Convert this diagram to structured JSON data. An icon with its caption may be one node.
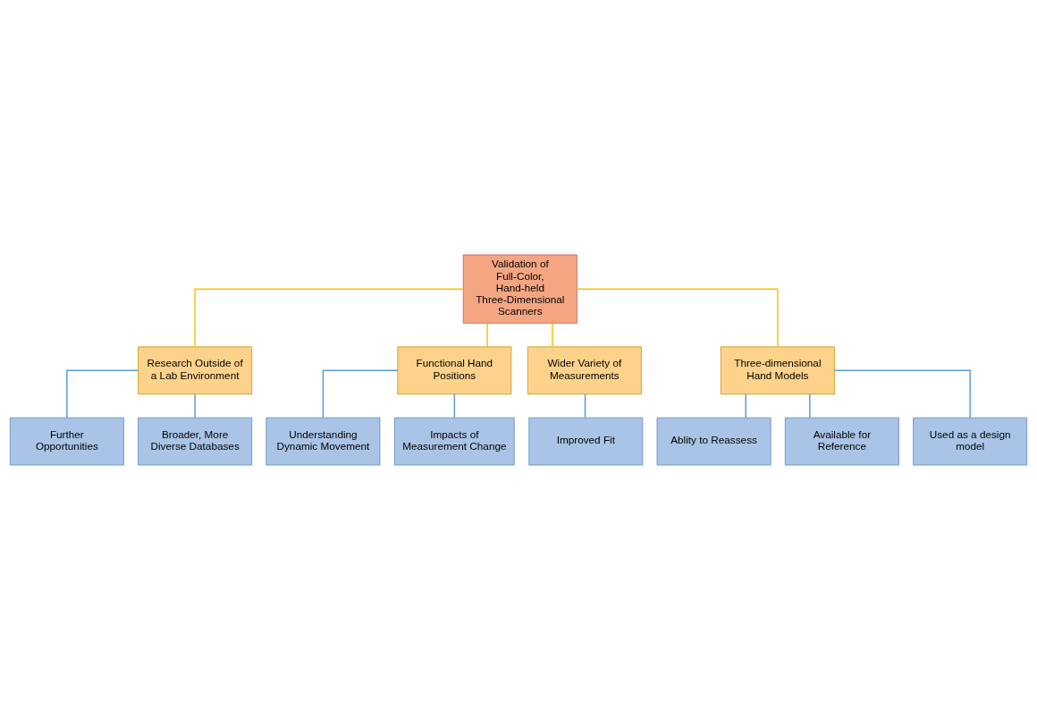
{
  "diagram": {
    "nodes": [
      {
        "text": [
          "Validation of Full-Color, Hand-held Three-Dimensional Scanners"
        ]
      },
      {
        "text": [
          "Research Outside of a Lab Environment"
        ]
      },
      {
        "text": [
          "Functional Hand Positions"
        ]
      },
      {
        "text": [
          "Wider Variety of Measurements"
        ]
      },
      {
        "text": [
          "Three-dimensional Hand Models"
        ]
      },
      {
        "text": [
          "Further Opportunities"
        ]
      },
      {
        "text": [
          "Broader, More Diverse Databases"
        ]
      },
      {
        "text": [
          "Understanding Dynamic Movement"
        ]
      },
      {
        "text": [
          "Impacts of Measurement Change"
        ]
      },
      {
        "text": [
          "Improved Fit"
        ]
      },
      {
        "text": [
          "Ablity to Reassess"
        ]
      },
      {
        "text": [
          "Available for Reference"
        ]
      },
      {
        "text": [
          "Used as a design model"
        ]
      }
    ],
    "edges": [
      {
        "from": 0,
        "to": 1,
        "arrow": "none",
        "color": "#ffc000"
      },
      {
        "from": 0,
        "to": 2,
        "arrow": "none",
        "color": "#ffc000"
      },
      {
        "from": 0,
        "to": 3,
        "arrow": "none",
        "color": "#ffc000"
      },
      {
        "from": 0,
        "to": 4,
        "arrow": "none",
        "color": "#ffc000"
      },
      {
        "from": 1,
        "to": 5,
        "arrow": "none"
      },
      {
        "from": 1,
        "to": 6,
        "arrow": "none"
      },
      {
        "from": 2,
        "to": 7,
        "arrow": "none"
      },
      {
        "from": 2,
        "to": 8,
        "arrow": "none"
      },
      {
        "from": 3,
        "to": 9,
        "arrow": "none"
      },
      {
        "from": 4,
        "to": 10,
        "arrow": "none"
      },
      {
        "from": 4,
        "to": 11,
        "arrow": "none"
      },
      {
        "from": 4,
        "to": 12,
        "arrow": "none"
      }
    ]
  }
}
